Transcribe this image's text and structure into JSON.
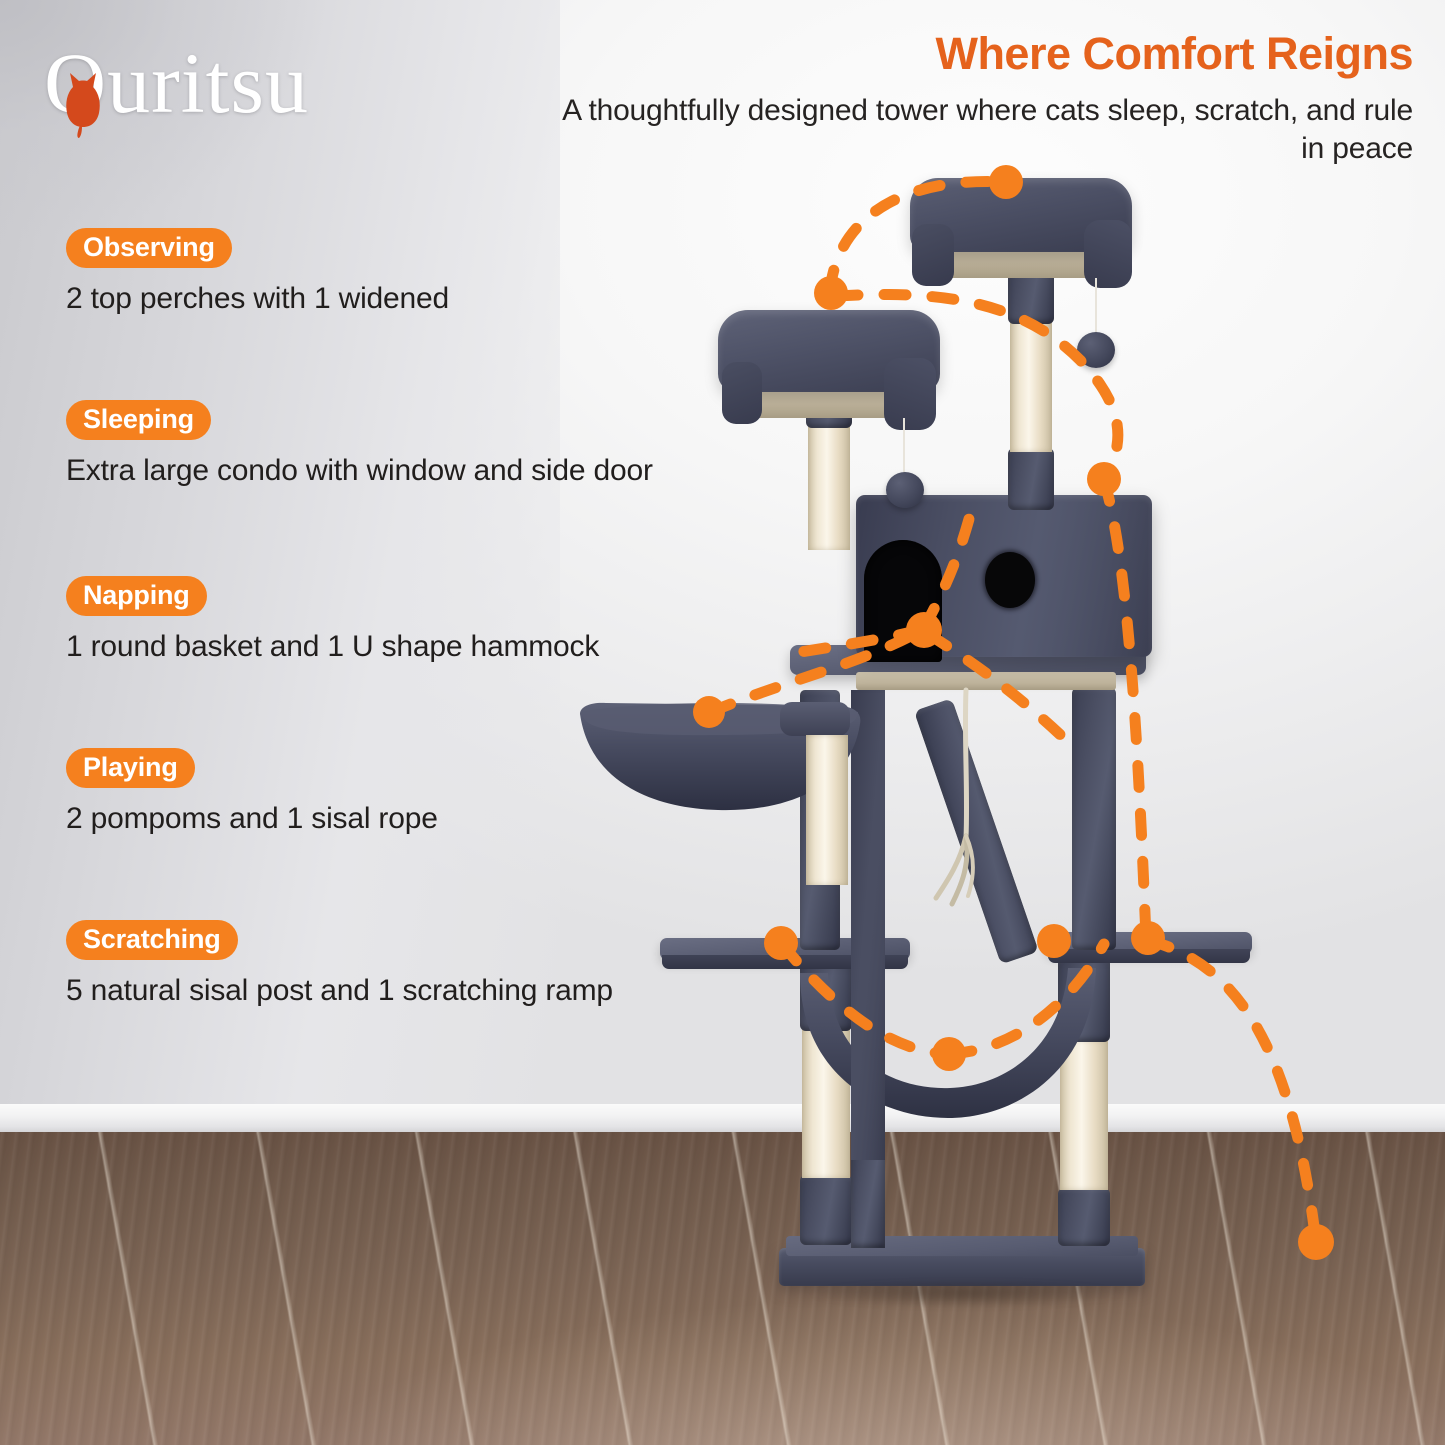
{
  "brand": {
    "name": "Ouritsu",
    "logo_icon": "cat-silhouette-icon",
    "logo_color": "#D4491C"
  },
  "header": {
    "headline": "Where Comfort Reigns",
    "headline_color": "#E5621C",
    "subhead": "A thoughtfully designed tower where cats sleep, scratch, and rule in peace"
  },
  "theme": {
    "accent": "#F5801E",
    "accent_dark": "#E5621C",
    "text": "#211e1d",
    "plush": "#434759",
    "sisal": "#efe6d2",
    "floor": "#7b6454",
    "wall": "#efeff0"
  },
  "features": [
    {
      "badge": "Observing",
      "text": "2 top perches with 1 widened"
    },
    {
      "badge": "Sleeping",
      "text": "Extra large condo with window and side door"
    },
    {
      "badge": "Napping",
      "text": "1 round basket and 1 U shape hammock"
    },
    {
      "badge": "Playing",
      "text": "2 pompoms and 1 sisal rope"
    },
    {
      "badge": "Scratching",
      "text": "5 natural sisal post and 1 scratching ramp"
    }
  ],
  "product": {
    "name": "cat-tree-tower",
    "alt": "Dark grey plush multi-level cat tree with sisal posts, condo, hammock, basket and two top perches",
    "parts": [
      "top-perch-widened",
      "top-perch",
      "condo",
      "round-basket",
      "u-shape-hammock",
      "scratching-ramp",
      "sisal-post",
      "pompom",
      "sisal-rope",
      "base-board"
    ]
  },
  "annotation_trail": {
    "name": "dashed-callout-trail",
    "color": "#F5801E",
    "dot_count": 11,
    "style": "dashed"
  }
}
